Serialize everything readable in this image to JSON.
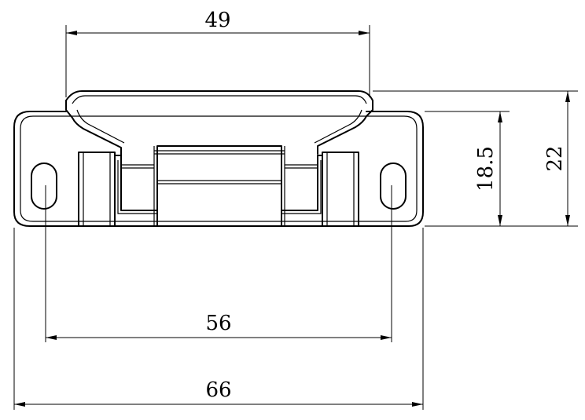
{
  "drawing": {
    "dimensions": {
      "top_width": "49",
      "hole_spacing": "56",
      "overall_width": "66",
      "inner_height": "18.5",
      "overall_height": "22"
    }
  }
}
